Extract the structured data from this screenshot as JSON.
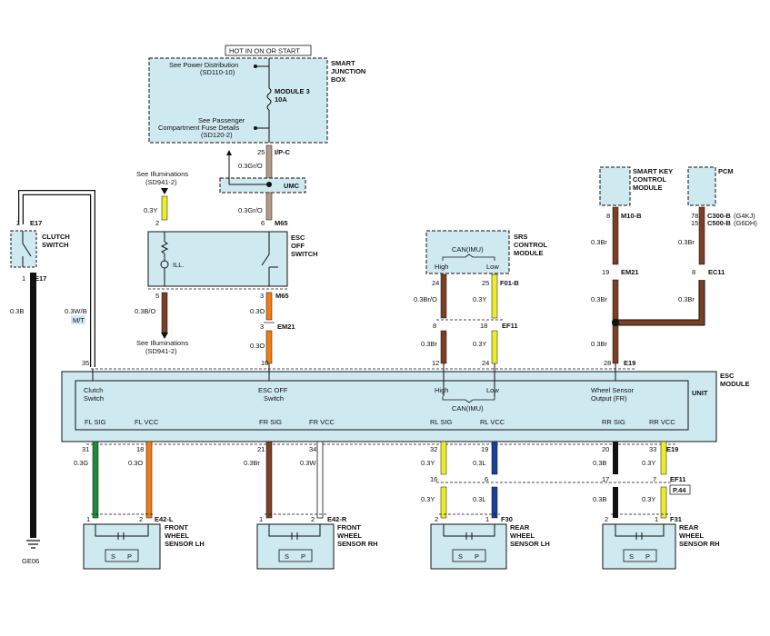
{
  "colors": {
    "box_fill": "#cfe9f0",
    "gr_o": "#b39b86",
    "yellow": "#ecec2a",
    "orange": "#f07d14",
    "brown": "#7a3f24",
    "black": "#111111",
    "green": "#1e8a3a",
    "white": "#ffffff",
    "blue": "#1a3f9a"
  },
  "top": {
    "hot_label": "HOT IN ON OR START",
    "sjb": {
      "l1": "SMART",
      "l2": "JUNCTION",
      "l3": "BOX"
    },
    "see_power_1": "See Power Distribution",
    "see_power_2": "(SD110-10)",
    "module3_1": "MODULE 3",
    "module3_2": "10A",
    "see_pass_1": "See Passenger",
    "see_pass_2": "Compartment Fuse Details",
    "see_pass_3": "(SD120-2)",
    "pin25": "25",
    "ipc": "I/P-C",
    "w_gr_o_1": "0.3Gr/O",
    "umc": "UMC",
    "w_gr_o_2": "0.3Gr/O",
    "pin6": "6",
    "m65": "M65"
  },
  "illum": {
    "see1_1": "See Illuminations",
    "see1_2": "(SD941-2)",
    "w_y": "0.3Y",
    "pin2": "2",
    "ill": "ILL.",
    "pin5": "5",
    "w_b_o": "0.3B/O",
    "see2_1": "See Illuminations",
    "see2_2": "(SD941-2)"
  },
  "esc_off_sw": {
    "l1": "ESC",
    "l2": "OFF",
    "l3": "SWITCH",
    "pin3": "3",
    "m65": "M65",
    "w1": "0.3O",
    "pin3b": "3",
    "em21": "EM21",
    "w2": "0.3O"
  },
  "clutch": {
    "pin2": "2",
    "e17a": "E17",
    "l1": "CLUTCH",
    "l2": "SWITCH",
    "pin1": "1",
    "e17b": "E17",
    "w_b": "0.3B",
    "w_wb": "0.3W/B",
    "mt": "M/T",
    "ground": "GE06"
  },
  "srs": {
    "l1": "SRS",
    "l2": "CONTROL",
    "l3": "MODULE",
    "can": "CAN(IMU)",
    "high": "High",
    "low": "Low",
    "p24": "24",
    "p25": "25",
    "f01b": "F01-B",
    "w_br_o": "0.3Br/O",
    "w_y1": "0.3Y",
    "p8": "8",
    "p18": "18",
    "ef11": "EF11",
    "w_br": "0.3Br",
    "w_y2": "0.3Y"
  },
  "smartkey": {
    "l1": "SMART KEY",
    "l2": "CONTROL",
    "l3": "MODULE",
    "p8": "8",
    "m10b": "M10-B",
    "w1": "0.3Br",
    "p19": "19",
    "em21": "EM21",
    "w2": "0.3Br",
    "w3": "0.3Br"
  },
  "pcm": {
    "name": "PCM",
    "p78": "78",
    "c300": "C300-B",
    "g4kj": "(G4KJ)",
    "p15": "15",
    "c500": "C500-B",
    "g6dh": "(G6DH)",
    "w1": "0.3Br",
    "p8": "8",
    "ec11": "EC11",
    "w2": "0.3Br"
  },
  "esc_unit": {
    "l1": "ESC",
    "l2": "MODULE",
    "l3": "UNIT",
    "pin35": "35",
    "pin10": "10",
    "pin12": "12",
    "pin24": "24",
    "pin28": "28",
    "e19": "E19",
    "clutch_1": "Clutch",
    "clutch_2": "Switch",
    "escoff_1": "ESC OFF",
    "escoff_2": "Switch",
    "high": "High",
    "low": "Low",
    "can": "CAN(IMU)",
    "ws_1": "Wheel Sensor",
    "ws_2": "Output (FR)",
    "fl_sig": "FL SIG",
    "fl_vcc": "FL VCC",
    "fr_sig": "FR SIG",
    "fr_vcc": "FR VCC",
    "rl_sig": "RL SIG",
    "rl_vcc": "RL VCC",
    "rr_sig": "RR SIG",
    "rr_vcc": "RR VCC"
  },
  "bottom": {
    "p31": "31",
    "p18": "18",
    "p21": "21",
    "p34": "34",
    "p32": "32",
    "p19": "19",
    "p20": "20",
    "p33": "33",
    "e19": "E19",
    "w_g": "0.3G",
    "w_o": "0.3O",
    "w_br": "0.3Br",
    "w_w": "0.3W",
    "w_y1": "0.3Y",
    "w_l1": "0.3L",
    "w_b1": "0.3B",
    "w_y3": "0.3Y",
    "p16": "16",
    "p6": "6",
    "p17": "17",
    "p7": "7",
    "ef11": "EF11",
    "p44": "P.44",
    "w_y2": "0.3Y",
    "w_l2": "0.3L",
    "w_b2": "0.3B",
    "w_y4": "0.3Y",
    "fl_p1": "1",
    "fl_p2": "2",
    "e42l": "E42-L",
    "fr_p1": "1",
    "fr_p2": "2",
    "e42r": "E42-R",
    "rl_p2": "2",
    "rl_p1": "1",
    "f30": "F30",
    "rr_p2": "2",
    "rr_p1": "1",
    "f31": "F31"
  },
  "sensors": {
    "fl": {
      "l1": "FRONT",
      "l2": "WHEEL",
      "l3": "SENSOR LH"
    },
    "fr": {
      "l1": "FRONT",
      "l2": "WHEEL",
      "l3": "SENSOR RH"
    },
    "rl": {
      "l1": "REAR",
      "l2": "WHEEL",
      "l3": "SENSOR LH"
    },
    "rr": {
      "l1": "REAR",
      "l2": "WHEEL",
      "l3": "SENSOR RH"
    },
    "s": "S",
    "p": "P"
  }
}
